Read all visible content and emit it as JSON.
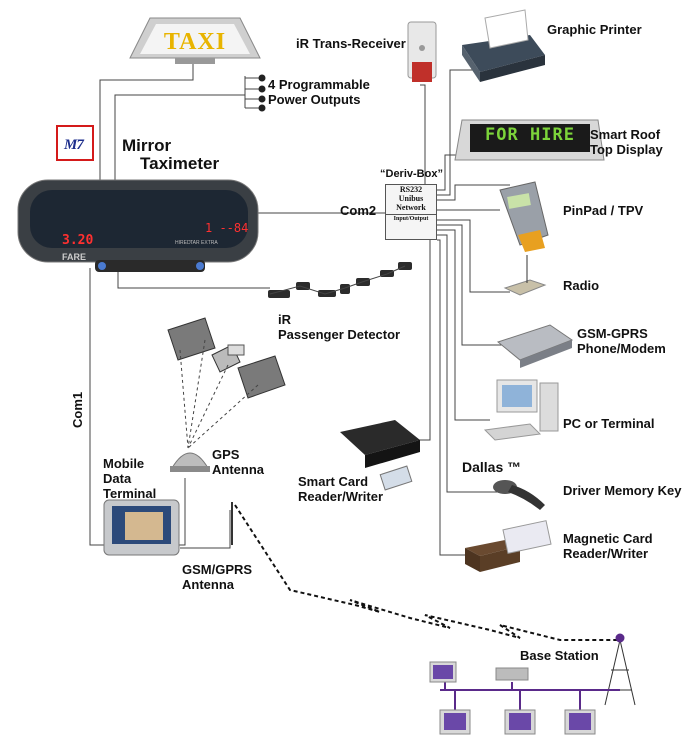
{
  "taxi_sign": {
    "text": "TAXI"
  },
  "power_outputs": {
    "line1": "4 Programmable",
    "line2": "Power Outputs"
  },
  "ir_trans_receiver": {
    "label": "iR Trans-Receiver"
  },
  "graphic_printer": {
    "label": "Graphic Printer"
  },
  "smart_roof": {
    "line1": "Smart Roof",
    "line2": "Top Display",
    "display_text": "FOR HIRE"
  },
  "mirror_taximeter": {
    "line1": "Mirror",
    "line2": "Taximeter",
    "fare_value": "3.20",
    "right_readout": "1  --84",
    "fare_label": "FARE",
    "hired_label": "HIRED",
    "tariff_label": "TAR EXTRA"
  },
  "deriv_box": {
    "title": "“Deriv-Box”",
    "line1": "RS232",
    "line2": "Unibus",
    "line3": "Network",
    "line4": "Input/Output"
  },
  "com2": {
    "label": "Com2"
  },
  "com1": {
    "label": "Com1"
  },
  "pinpad": {
    "label": "PinPad / TPV"
  },
  "radio": {
    "label": "Radio"
  },
  "ir_passenger_detector": {
    "line1": "iR",
    "line2": "Passenger Detector"
  },
  "gsm_modem": {
    "line1": "GSM-GPRS",
    "line2": "Phone/Modem"
  },
  "pc_terminal": {
    "label": "PC or Terminal"
  },
  "dallas": {
    "label": "Dallas ™"
  },
  "driver_memory_key": {
    "label": "Driver Memory Key"
  },
  "smart_card": {
    "line1": "Smart Card",
    "line2": "Reader/Writer"
  },
  "magnetic_card": {
    "line1": "Magnetic Card",
    "line2": "Reader/Writer"
  },
  "gps_antenna": {
    "line1": "GPS",
    "line2": "Antenna"
  },
  "mobile_data_terminal": {
    "line1": "Mobile",
    "line2": "Data",
    "line3": "Terminal"
  },
  "gsm_antenna": {
    "line1": "GSM/GPRS",
    "line2": "Antenna"
  },
  "base_station": {
    "label": "Base Station"
  },
  "colors": {
    "accent_purple": "#5a2a8a",
    "taxi_yellow": "#e8b400",
    "led_red": "#ff3030",
    "led_green": "#7cd43a"
  }
}
